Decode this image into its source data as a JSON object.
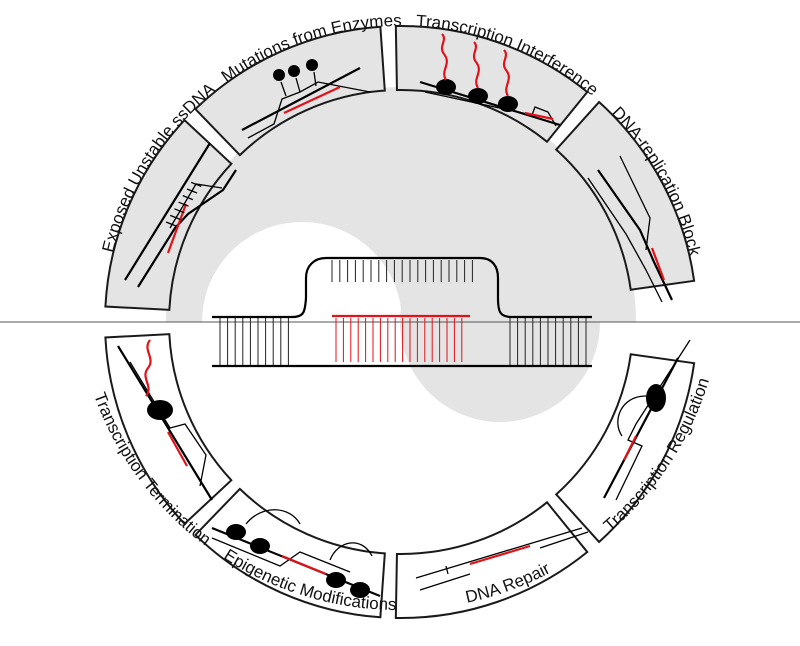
{
  "colors": {
    "shade": "#e4e4e4",
    "rloop_strand": "#e0121a",
    "outline": "#1a1a1a"
  },
  "labels": {
    "top": [
      {
        "id": "exposed-ssdna",
        "text": "Exposed Unstable ssDNA"
      },
      {
        "id": "mutations",
        "text": "Mutations from Enzymes"
      },
      {
        "id": "transcription-interference",
        "text": "Transcription Interference"
      },
      {
        "id": "replication-block",
        "text": "DNA-replication Block"
      }
    ],
    "bottom": [
      {
        "id": "transcription-termination",
        "text": "Transcription Termination"
      },
      {
        "id": "epigenetic",
        "text": "Epigenetic Modifications"
      },
      {
        "id": "dna-repair",
        "text": "DNA Repair"
      },
      {
        "id": "transcription-regulation",
        "text": "Transcription Regulation"
      }
    ]
  }
}
